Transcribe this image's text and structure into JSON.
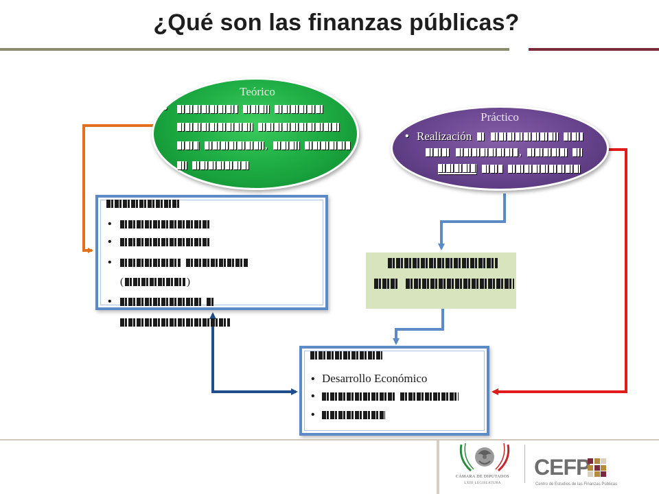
{
  "title": "¿Qué son las finanzas públicas?",
  "theory": {
    "label": "Teórico",
    "comma": ","
  },
  "practice": {
    "label": "Práctico",
    "lead": "Realización",
    "comma": ","
  },
  "left_box": {
    "paren_open": "(",
    "paren_close": ")"
  },
  "bottom_box": {
    "first_item": "Desarrollo Económico"
  },
  "footer": {
    "chamber": "CÁMARA DE DIPUTADOS",
    "legislature": "LXIII LEGISLATURA",
    "cefp": "CEFP",
    "cefp_full": "Centro de Estudios de las Finanzas Públicas"
  },
  "colors": {
    "theory_ellipse": "#1fae45",
    "practice_ellipse": "#6a4690",
    "box_border": "#5b8ac6",
    "label_fill": "#d7e4bd",
    "orange_arrow": "#e2701e",
    "blue_arrow": "#5b8ac6",
    "dark_blue_arrow": "#1f4e8c",
    "red_arrow": "#e21a1a",
    "title_rule_left": "#8b8a70",
    "title_rule_right": "#7a2b3a"
  }
}
